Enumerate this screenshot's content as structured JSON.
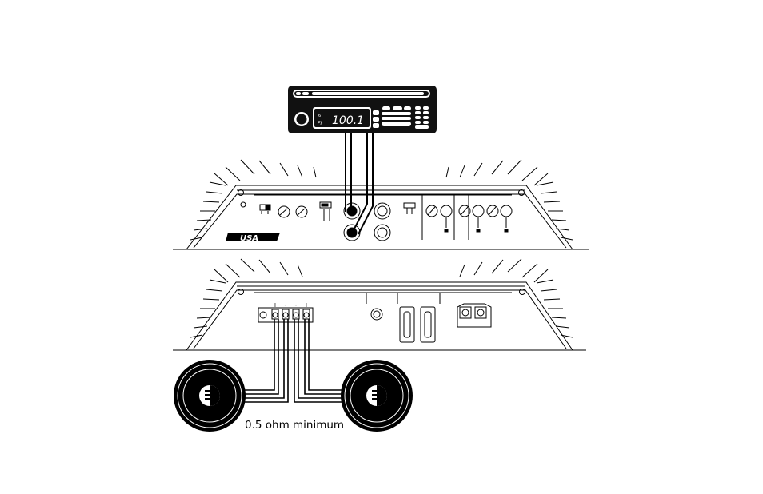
{
  "head_unit": {
    "display_text": "100.1",
    "band_top": "6",
    "band_bottom": "FI"
  },
  "amplifier": {
    "logo_text": "USA",
    "terminal_labels": [
      "+",
      "-",
      "-",
      "+"
    ]
  },
  "speakers": {
    "count": 2,
    "impedance_note": "0.5 ohm minimum"
  },
  "colors": {
    "line": "#000000",
    "background": "#ffffff"
  }
}
